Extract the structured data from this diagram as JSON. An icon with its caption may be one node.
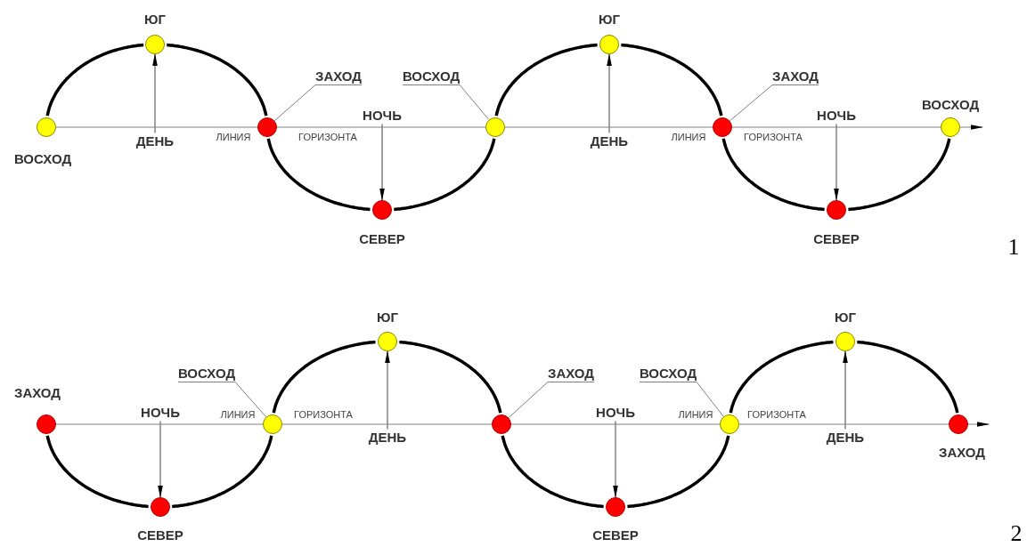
{
  "diagram": {
    "nodes": [
      {
        "text": [],
        "shape": "circle",
        "beside": [
          "ВОСХОД"
        ]
      },
      {
        "text": [],
        "shape": "circle",
        "beside": [
          "ЮГ"
        ]
      },
      {
        "text": [
          "ДЕНЬ"
        ]
      },
      {
        "text": [
          "ЗАХОД"
        ]
      },
      {
        "text": [],
        "shape": "circle"
      },
      {
        "text": [
          "НОЧЬ"
        ]
      },
      {
        "text": [],
        "shape": "circle",
        "beside": [
          "СЕВЕР"
        ]
      },
      {
        "text": [
          "ВОСХОД"
        ]
      },
      {
        "text": [],
        "shape": "circle"
      },
      {
        "text": [],
        "shape": "circle",
        "beside": [
          "ЮГ"
        ]
      },
      {
        "text": [
          "ДЕНЬ"
        ]
      },
      {
        "text": [
          "ЗАХОД"
        ]
      },
      {
        "text": [],
        "shape": "circle"
      },
      {
        "text": [
          "НОЧЬ"
        ]
      },
      {
        "text": [],
        "shape": "circle",
        "beside": [
          "СЕВЕР"
        ]
      },
      {
        "text": [],
        "shape": "circle",
        "beside": [
          "ВОСХОД"
        ]
      },
      {
        "text": [],
        "shape": "circle",
        "beside": [
          "ЗАХОД"
        ]
      },
      {
        "text": [
          "НОЧЬ"
        ]
      },
      {
        "text": [],
        "shape": "circle",
        "beside": [
          "СЕВЕР"
        ]
      },
      {
        "text": [
          "ВОСХОД"
        ]
      },
      {
        "text": [],
        "shape": "circle"
      },
      {
        "text": [],
        "shape": "circle",
        "beside": [
          "ЮГ"
        ]
      },
      {
        "text": [
          "ДЕНЬ"
        ]
      },
      {
        "text": [
          "ЗАХОД"
        ]
      },
      {
        "text": [],
        "shape": "circle"
      },
      {
        "text": [
          "НОЧЬ"
        ]
      },
      {
        "text": [],
        "shape": "circle",
        "beside": [
          "СЕВЕР"
        ]
      },
      {
        "text": [
          "ВОСХОД"
        ]
      },
      {
        "text": [],
        "shape": "circle"
      },
      {
        "text": [],
        "shape": "circle",
        "beside": [
          "ЮГ"
        ]
      },
      {
        "text": [
          "ДЕНЬ"
        ]
      },
      {
        "text": [],
        "shape": "circle",
        "beside": [
          "ЗАХОД"
        ]
      }
    ],
    "edges": [
      {
        "from": 0,
        "to": 1,
        "arrow": "none",
        "style": "thick"
      },
      {
        "from": 1,
        "to": 4,
        "arrow": "none",
        "style": "thick"
      },
      {
        "from": 4,
        "to": 6,
        "arrow": "none",
        "style": "thick"
      },
      {
        "from": 6,
        "to": 8,
        "arrow": "none",
        "style": "thick"
      },
      {
        "from": 8,
        "to": 9,
        "arrow": "none",
        "style": "thick"
      },
      {
        "from": 9,
        "to": 12,
        "arrow": "none",
        "style": "thick"
      },
      {
        "from": 12,
        "to": 14,
        "arrow": "none",
        "style": "thick"
      },
      {
        "from": 14,
        "to": 15,
        "arrow": "none",
        "style": "thick"
      },
      {
        "from": 16,
        "to": 18,
        "arrow": "none",
        "style": "thick"
      },
      {
        "from": 18,
        "to": 20,
        "arrow": "none",
        "style": "thick"
      },
      {
        "from": 20,
        "to": 21,
        "arrow": "none",
        "style": "thick"
      },
      {
        "from": 21,
        "to": 24,
        "arrow": "none",
        "style": "thick"
      },
      {
        "from": 24,
        "to": 26,
        "arrow": "none",
        "style": "thick"
      },
      {
        "from": 26,
        "to": 28,
        "arrow": "none",
        "style": "thick"
      },
      {
        "from": 28,
        "to": 29,
        "arrow": "none",
        "style": "thick"
      },
      {
        "from": 29,
        "to": 31,
        "arrow": "none",
        "style": "thick"
      },
      {
        "from": 2,
        "to": 1,
        "arrow": "to"
      },
      {
        "from": 5,
        "to": 6,
        "arrow": "to"
      },
      {
        "from": 10,
        "to": 9,
        "arrow": "to"
      },
      {
        "from": 13,
        "to": 14,
        "arrow": "to"
      },
      {
        "from": 17,
        "to": 18,
        "arrow": "to"
      },
      {
        "from": 22,
        "to": 21,
        "arrow": "to"
      },
      {
        "from": 25,
        "to": 26,
        "arrow": "to"
      },
      {
        "from": 30,
        "to": 29,
        "arrow": "to"
      },
      {
        "from": 3,
        "to": 4,
        "arrow": "none",
        "color": "#808080"
      },
      {
        "from": 7,
        "to": 8,
        "arrow": "none",
        "color": "#808080"
      },
      {
        "from": 11,
        "to": 12,
        "arrow": "none",
        "color": "#808080"
      },
      {
        "from": 19,
        "to": 20,
        "arrow": "none",
        "color": "#808080"
      },
      {
        "from": 23,
        "to": 24,
        "arrow": "none",
        "color": "#808080"
      },
      {
        "from": 27,
        "to": 28,
        "arrow": "none",
        "color": "#808080"
      },
      {
        "from": 0,
        "to": 4,
        "arrow": "none",
        "color": "#808080"
      },
      {
        "from": 4,
        "to": 8,
        "arrow": "none",
        "color": "#808080"
      },
      {
        "from": 8,
        "to": 12,
        "arrow": "none",
        "color": "#808080"
      },
      {
        "from": 12,
        "to": 15,
        "arrow": "none",
        "color": "#808080"
      },
      {
        "from": 15,
        "to": null,
        "arrow": "to",
        "color": "#808080"
      },
      {
        "from": 16,
        "to": 20,
        "arrow": "none",
        "color": "#808080"
      },
      {
        "from": 20,
        "to": 24,
        "arrow": "none",
        "color": "#808080"
      },
      {
        "from": 24,
        "to": 28,
        "arrow": "none",
        "color": "#808080"
      },
      {
        "from": 28,
        "to": 31,
        "arrow": "none",
        "color": "#808080"
      },
      {
        "from": 31,
        "to": null,
        "arrow": "to",
        "color": "#808080"
      }
    ],
    "labels": [
      "ЛИНИЯ",
      "ГОРИЗОНТА",
      "ЛИНИЯ",
      "ГОРИЗОНТА",
      "1",
      "ЛИНИЯ",
      "ГОРИЗОНТА",
      "ЛИНИЯ",
      "ГОРИЗОНТА",
      "2"
    ]
  }
}
